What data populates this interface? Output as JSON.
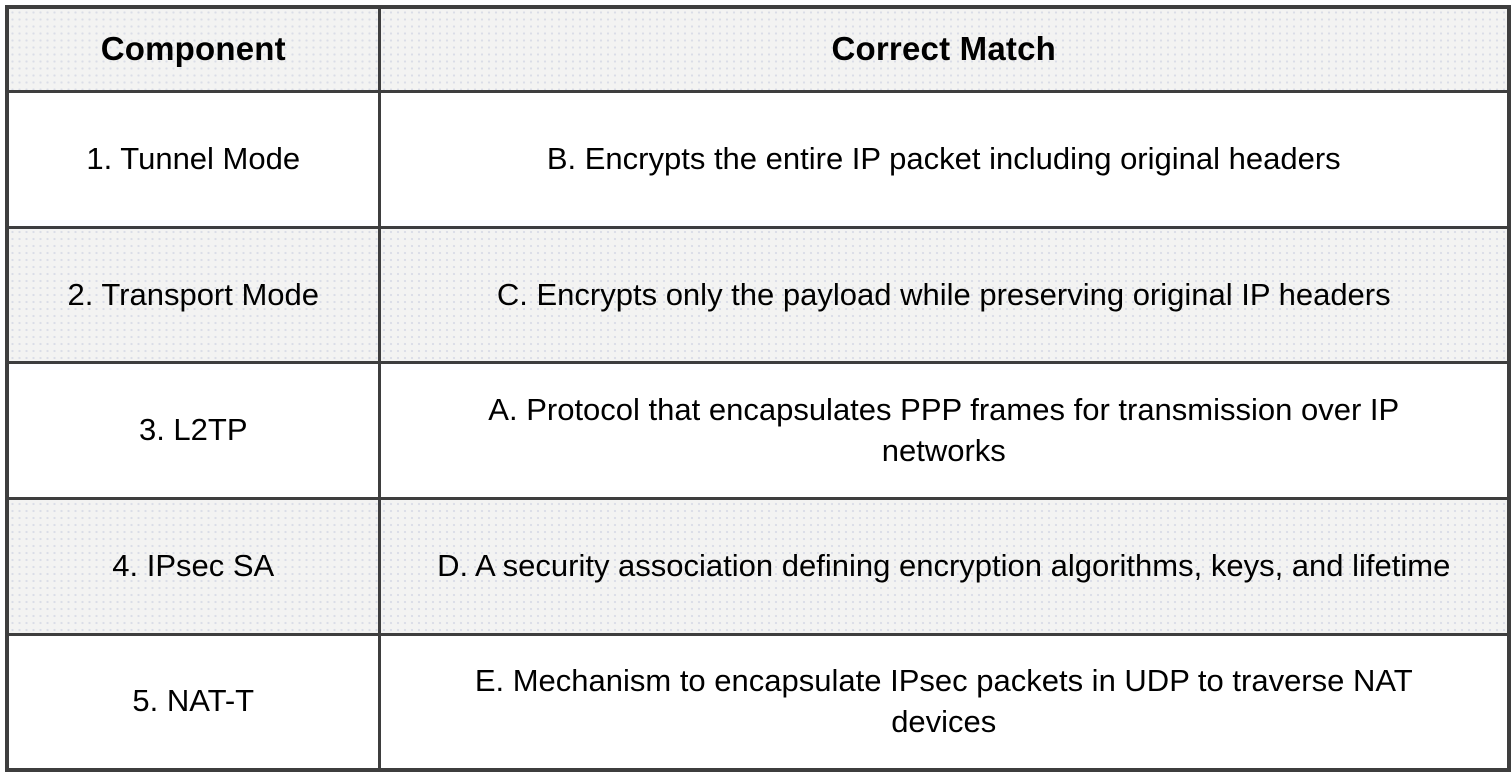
{
  "table": {
    "columns": {
      "component": "Component",
      "match": "Correct Match"
    },
    "rows": [
      {
        "component": "1. Tunnel Mode",
        "match": "B. Encrypts the entire IP packet including original headers"
      },
      {
        "component": "2. Transport Mode",
        "match": "C. Encrypts only the payload while preserving original IP headers"
      },
      {
        "component": "3. L2TP",
        "match": "A. Protocol that encapsulates PPP frames for transmission over IP networks"
      },
      {
        "component": "4. IPsec SA",
        "match": "D. A security association defining encryption algorithms, keys, and lifetime"
      },
      {
        "component": "5. NAT-T",
        "match": "E. Mechanism to encapsulate IPsec packets in UDP to traverse NAT devices"
      }
    ],
    "colors": {
      "border": "#3e3e3e",
      "shaded_cell_bg": "#f3f3f2",
      "plain_cell_bg": "#ffffff",
      "text": "#000000"
    }
  }
}
